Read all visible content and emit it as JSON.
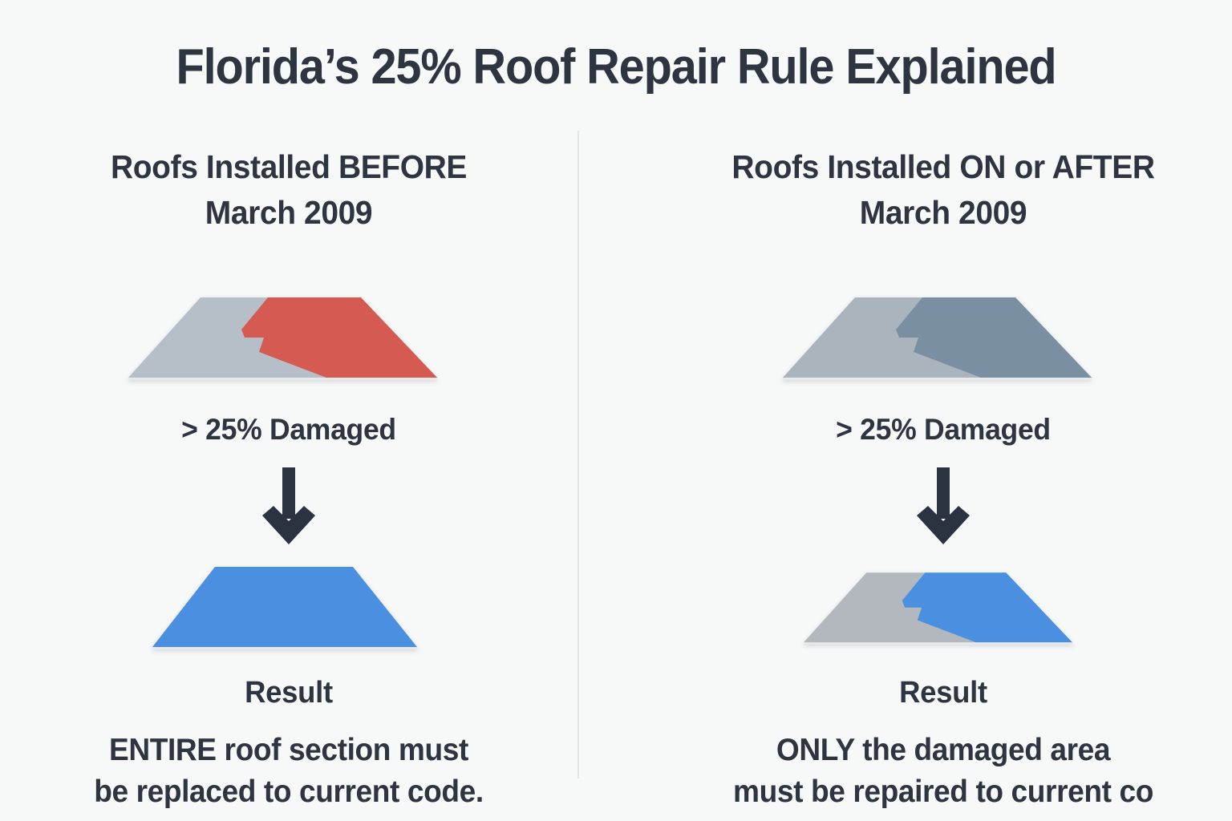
{
  "page": {
    "title": "Florida’s 25% Roof Repair Rule Explained",
    "background_color": "#f7f8f8",
    "text_color": "#2e3440",
    "divider_color": "#e3e5e6"
  },
  "palette": {
    "roof_gray": "#b6bfc8",
    "roof_gray_right": "#aab4bd",
    "damage_red": "#d45a52",
    "damage_slate": "#7b8fa3",
    "result_blue": "#4a8fe0",
    "result_gray": "#b2b8bd",
    "arrow": "#2b3340"
  },
  "columns": [
    {
      "id": "before-2009",
      "header": "Roofs Installed BEFORE\nMarch 2009",
      "damage_label": "> 25% Damaged",
      "arrow_icon": "arrow-down-icon",
      "result_label": "Result",
      "result_text": "ENTIRE roof section must\nbe replaced to current code.",
      "top_roof": {
        "base_color": "#b6bfc8",
        "damage_color": "#d45a52",
        "damage_shown": true
      },
      "result_roof": {
        "base_color": "#4a8fe0",
        "damage_color": "#4a8fe0",
        "fully_replaced": true
      }
    },
    {
      "id": "on-or-after-2009",
      "header": "Roofs Installed ON or AFTER\nMarch 2009",
      "damage_label": "> 25% Damaged",
      "arrow_icon": "arrow-down-icon",
      "result_label": "Result",
      "result_text": "ONLY the damaged area\nmust be repaired to current co",
      "top_roof": {
        "base_color": "#aab4bd",
        "damage_color": "#7b8fa3",
        "damage_shown": true
      },
      "result_roof": {
        "base_color": "#b2b8bd",
        "damage_color": "#4a8fe0",
        "fully_replaced": false
      }
    }
  ]
}
